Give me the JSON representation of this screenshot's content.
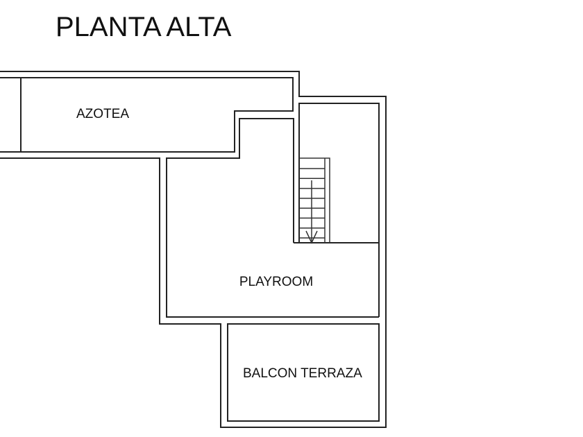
{
  "title": "PLANTA ALTA",
  "rooms": {
    "azotea": "AZOTEA",
    "playroom": "PLAYROOM",
    "balcony": "BALCON TERRAZA"
  },
  "stair": {
    "treads": 8,
    "direction": "down"
  }
}
